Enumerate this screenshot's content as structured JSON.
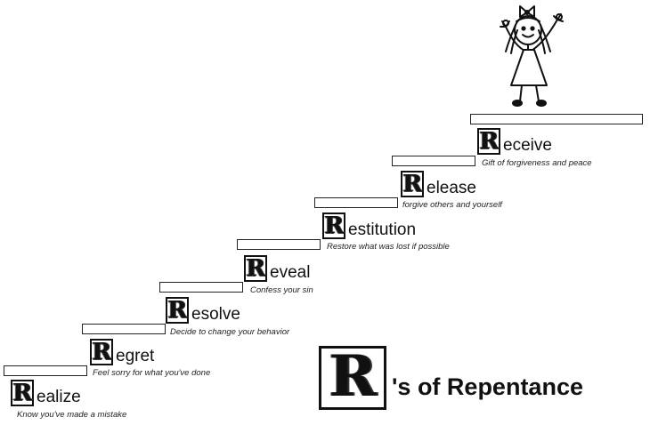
{
  "title": {
    "letter": "R",
    "text": "'s of Repentance"
  },
  "steps": [
    {
      "letter": "R",
      "word": "ealize",
      "description": "Know you've made a mistake"
    },
    {
      "letter": "R",
      "word": "egret",
      "description": "Feel sorry for what you've done"
    },
    {
      "letter": "R",
      "word": "esolve",
      "description": "Decide to change your behavior"
    },
    {
      "letter": "R",
      "word": "eveal",
      "description": "Confess your sin"
    },
    {
      "letter": "R",
      "word": "estitution",
      "description": "Restore what was lost if possible"
    },
    {
      "letter": "R",
      "word": "elease",
      "description": "forgive others and yourself"
    },
    {
      "letter": "R",
      "word": "eceive",
      "description": "Gift of forgiveness and peace"
    }
  ]
}
